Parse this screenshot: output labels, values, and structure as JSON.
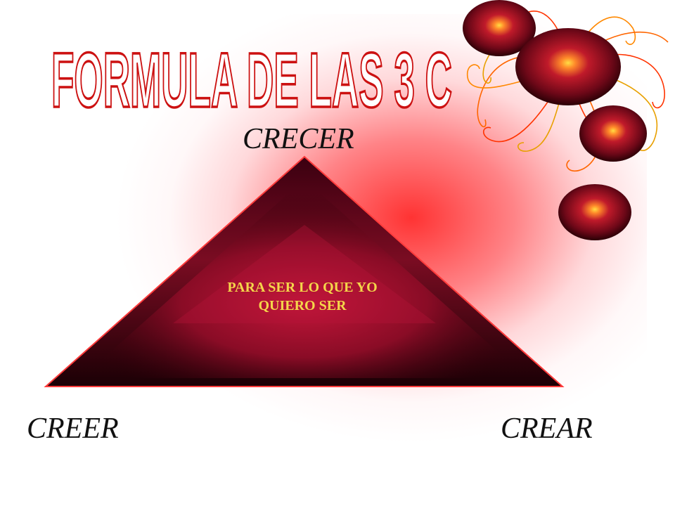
{
  "slide": {
    "title": "FORMULA DE LAS 3 C",
    "top_label": "CRECER",
    "bottom_left_label": "CREER",
    "bottom_right_label": "CREAR",
    "center_text": "PARA SER LO QUE YO QUIERO SER"
  },
  "colors": {
    "glow": "#ff2a2a",
    "title_stroke": "#cc1111",
    "triangle_dark": "#2a0008",
    "triangle_mid": "#9a0f2a",
    "center_text": "#f4d64a",
    "orb": "#6e0818",
    "orb_highlight": "#ffcc33"
  },
  "decoration": {
    "icon": "red-orbs-with-curly-rays-icon"
  }
}
